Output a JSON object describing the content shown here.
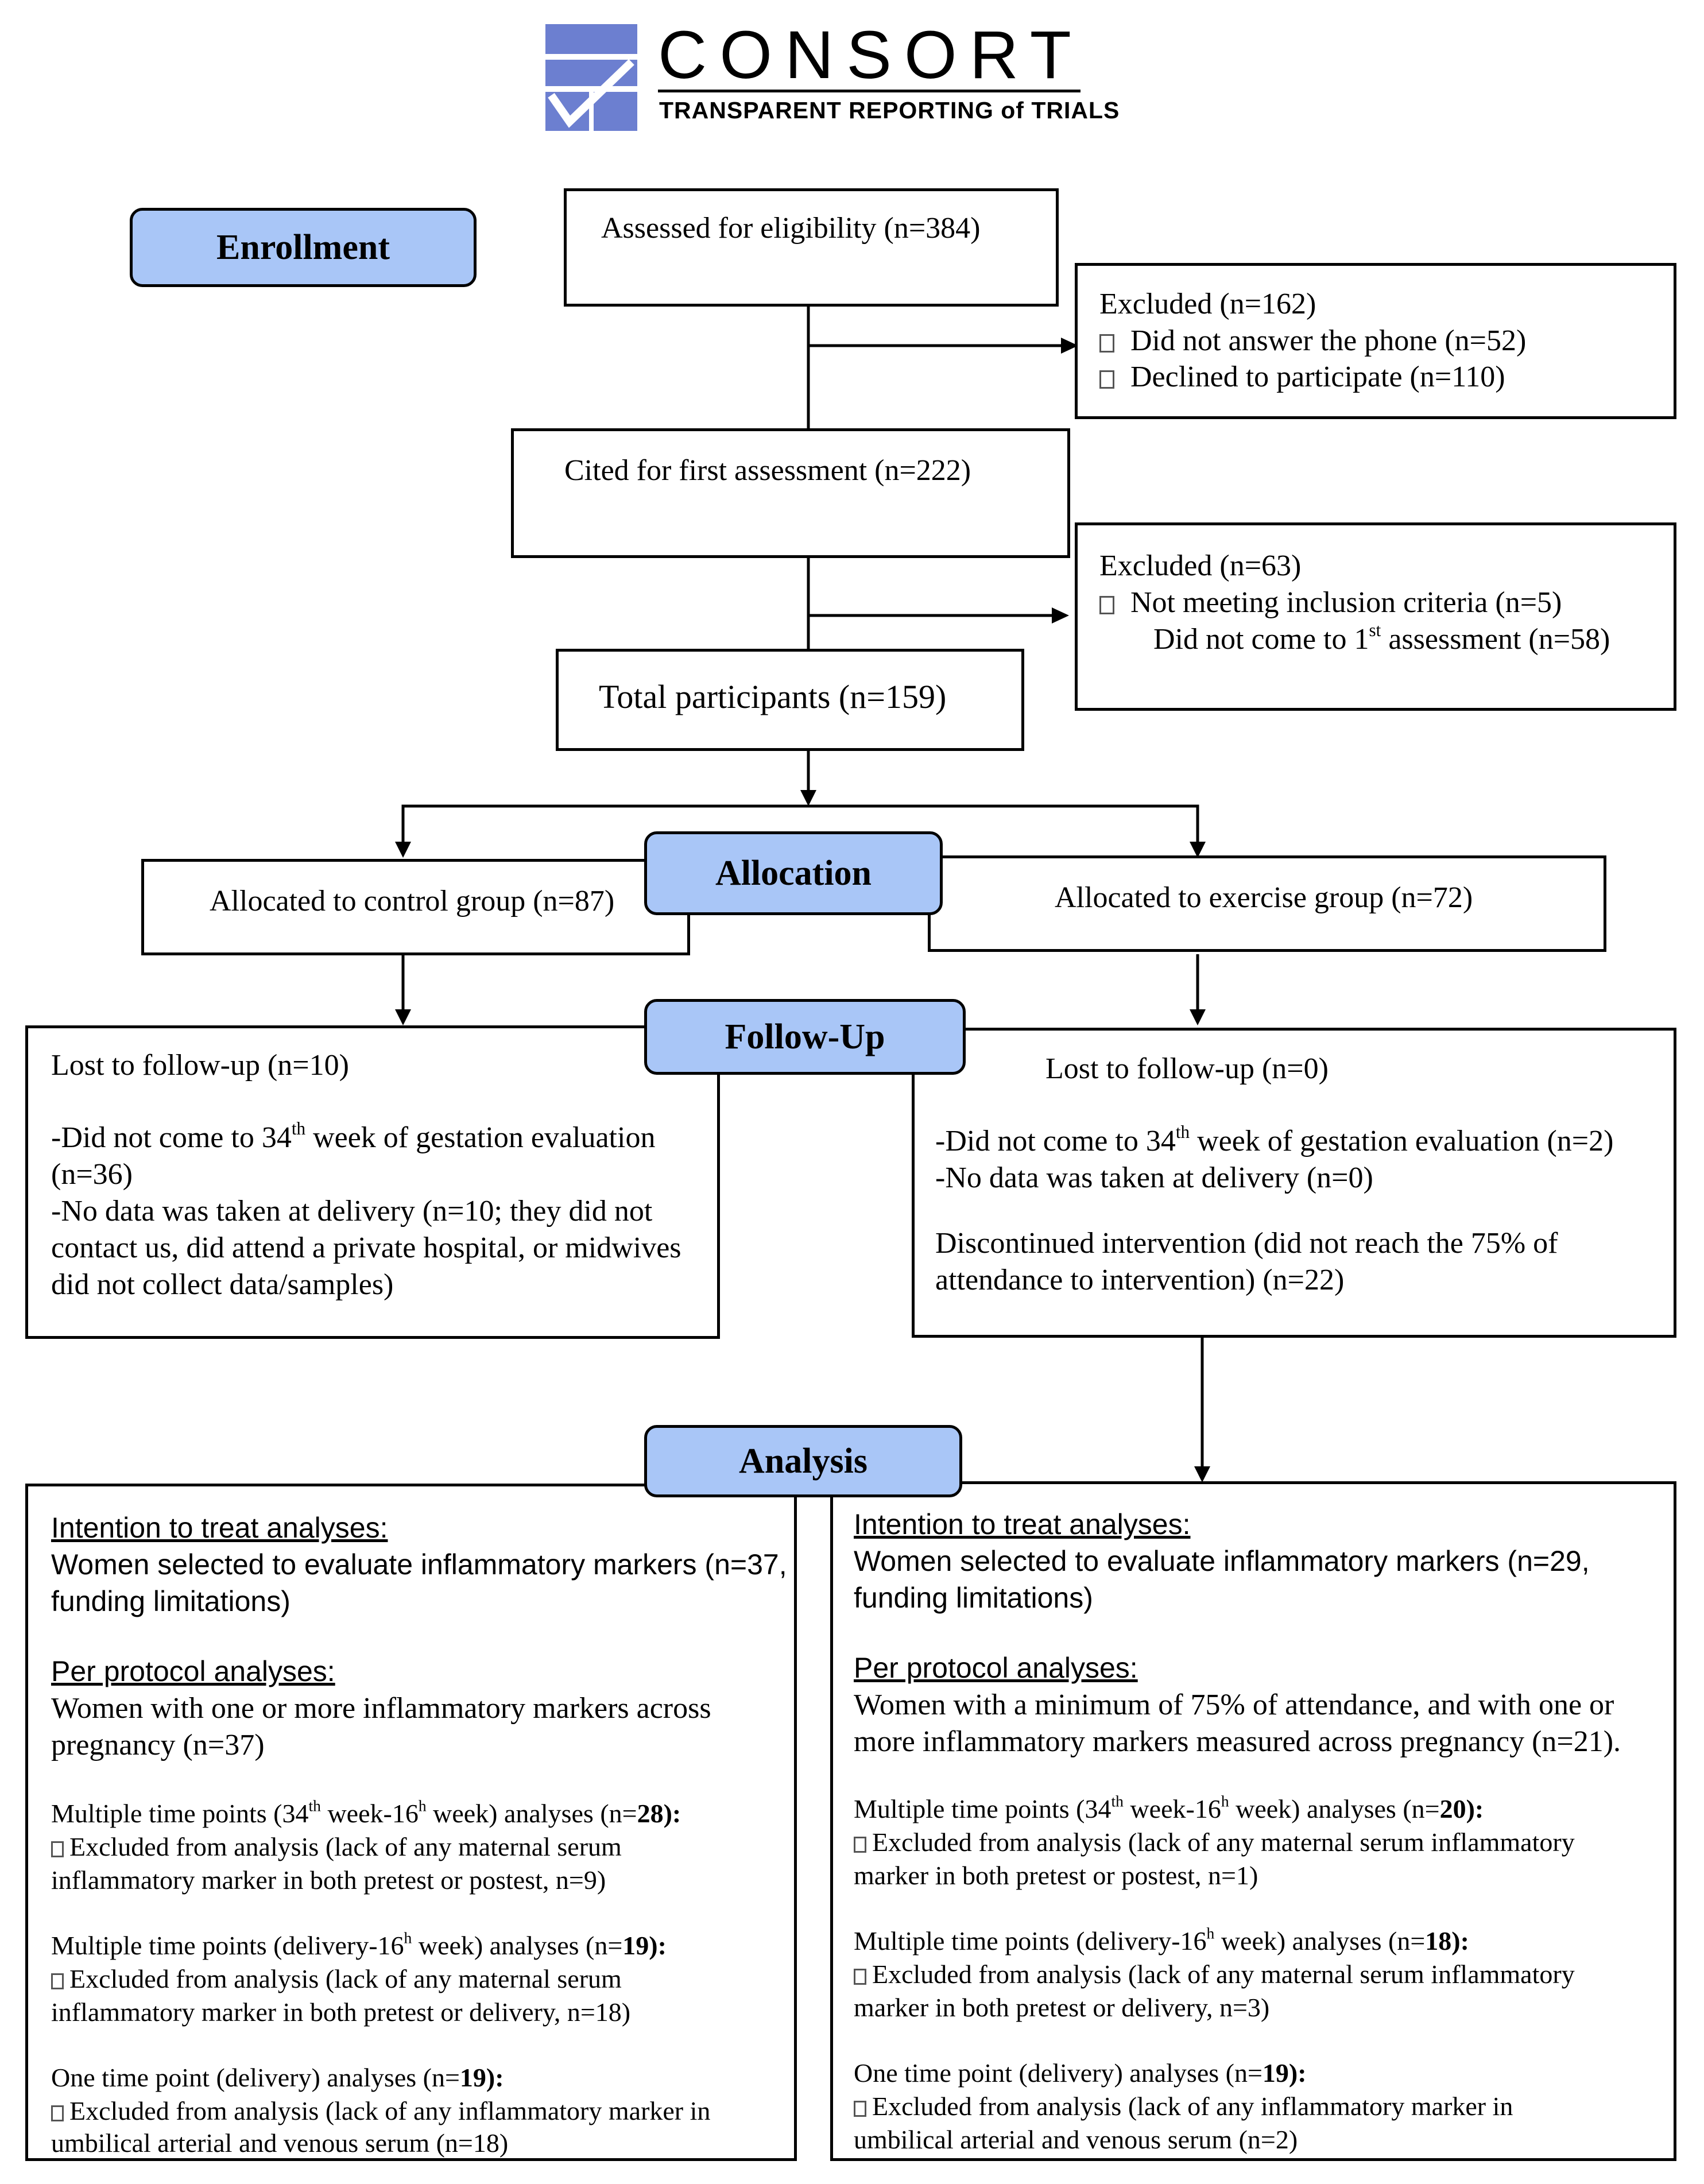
{
  "logo": {
    "title": "CONSORT",
    "subtitle": "TRANSPARENT REPORTING of TRIALS"
  },
  "phases": {
    "enrollment": "Enrollment",
    "allocation": "Allocation",
    "followup": "Follow-Up",
    "analysis": "Analysis"
  },
  "enrollment": {
    "assessed": "Assessed for eligibility (n=384)",
    "excluded1": {
      "title": "Excluded (n=162)",
      "item1": "Did not answer the phone (n=52)",
      "item2": "Declined to participate (n=110)"
    },
    "cited": "Cited for first assessment (n=222)",
    "excluded2": {
      "title": "Excluded (n=63)",
      "item1": "Not meeting inclusion criteria (n=5)",
      "item2_a": "Did not come to 1",
      "item2_sup": "st",
      "item2_b": " assessment (n=58)"
    },
    "total": "Total participants (n=159)"
  },
  "allocation": {
    "control": "Allocated to control group (n=87)",
    "exercise": "Allocated to exercise group (n=72)"
  },
  "followup": {
    "control": {
      "lost": "Lost to follow-up (n=10)",
      "line1_a": "-Did not come to 34",
      "line1_sup": "th",
      "line1_b": " week of gestation evaluation",
      "line2": "(n=36)",
      "line3": "-No data was taken at delivery (n=10; they did not",
      "line4": "contact us, did attend a private hospital, or midwives",
      "line5": "did not collect data/samples)"
    },
    "exercise": {
      "lost": "Lost to follow-up (n=0)",
      "line1_a": "-Did not come to 34",
      "line1_sup": "th",
      "line1_b": " week of gestation evaluation (n=2)",
      "line2": "-No data was taken at delivery (n=0)",
      "line3": "Discontinued intervention (did not reach the 75% of",
      "line4": "attendance to intervention) (n=22)"
    }
  },
  "analysis": {
    "control": {
      "itt_heading": "Intention to treat analyses:",
      "itt_line1": "Women selected to evaluate inflammatory markers (n=37,",
      "itt_line2": "funding limitations)",
      "pp_heading": "Per protocol analyses:",
      "pp_line1": "Women with one or more inflammatory markers across",
      "pp_line2": "pregnancy (n=37)",
      "m1_a": "Multiple time points (34",
      "m1_sup1": "th",
      "m1_b": " week-16",
      "m1_sup2": "h",
      "m1_c": " week) analyses (n=",
      "m1_n": "28):",
      "m1_ex1": "Excluded from analysis (lack of any maternal serum",
      "m1_ex2": "inflammatory marker in both pretest or postest, n=9)",
      "m2_a": "Multiple time points (delivery-16",
      "m2_sup": "h",
      "m2_b": " week) analyses (n=",
      "m2_n": "19):",
      "m2_ex1": "Excluded from analysis (lack of any maternal serum",
      "m2_ex2": "inflammatory marker in both pretest or delivery, n=18)",
      "o_a": "One time point (delivery) analyses (n=",
      "o_n": "19):",
      "o_ex1": "Excluded from analysis (lack of any inflammatory marker in",
      "o_ex2": "umbilical arterial and venous serum (n=18)"
    },
    "exercise": {
      "itt_heading": "Intention to treat analyses:",
      "itt_line1": "Women selected to evaluate inflammatory markers (n=29,",
      "itt_line2": "funding limitations)",
      "pp_heading": "Per protocol analyses:",
      "pp_line1": "Women with a minimum of 75% of attendance, and with one or",
      "pp_line2": "more inflammatory markers measured across pregnancy (n=21).",
      "m1_a": "Multiple time points (34",
      "m1_sup1": "th",
      "m1_b": " week-16",
      "m1_sup2": "h",
      "m1_c": " week) analyses (n=",
      "m1_n": "20):",
      "m1_ex1": "Excluded from analysis (lack of any maternal serum inflammatory",
      "m1_ex2": "marker in both pretest or postest, n=1)",
      "m2_a": "Multiple time points (delivery-16",
      "m2_sup": "h",
      "m2_b": " week) analyses (n=",
      "m2_n": "18):",
      "m2_ex1": "Excluded from analysis (lack of any maternal serum inflammatory",
      "m2_ex2": "marker in both pretest or delivery, n=3)",
      "o_a": "One time point (delivery) analyses (n=",
      "o_n": "19):",
      "o_ex1": "Excluded from analysis (lack of any inflammatory marker in",
      "o_ex2": "umbilical arterial and venous serum (n=2)"
    }
  }
}
